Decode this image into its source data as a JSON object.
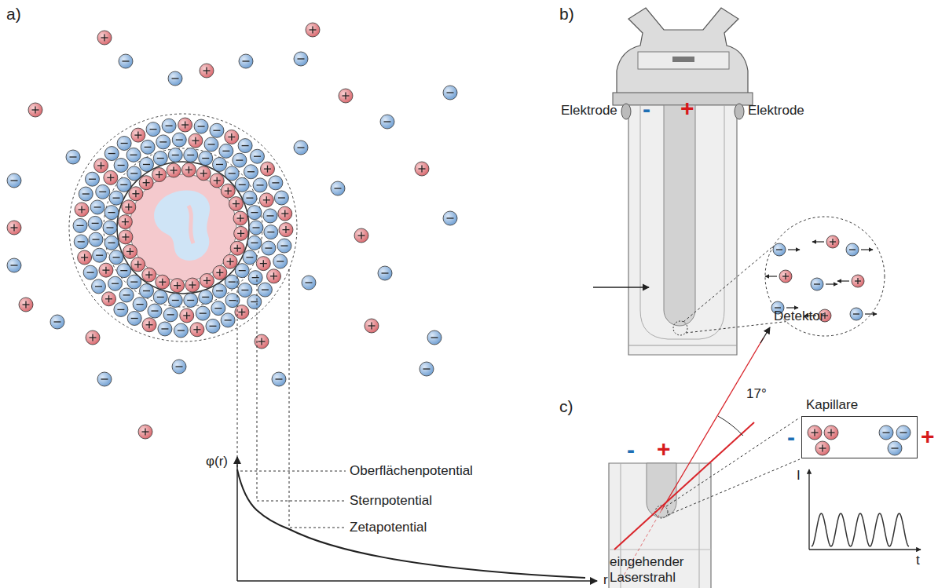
{
  "diagram": {
    "nodes": [
      {
        "text": [
          "Kapillare"
        ]
      }
    ],
    "labels": [
      "a)",
      "b)",
      "c)",
      "Elektrode",
      "Elektrode",
      "-",
      "+",
      "-",
      "+",
      "Detektor",
      "17°",
      "-",
      "+",
      "I",
      "t",
      "eingehender Laserstrahl",
      "φ(r)",
      "r",
      "Oberflächenpotential",
      "Sternpotential",
      "Zetapotential"
    ]
  }
}
